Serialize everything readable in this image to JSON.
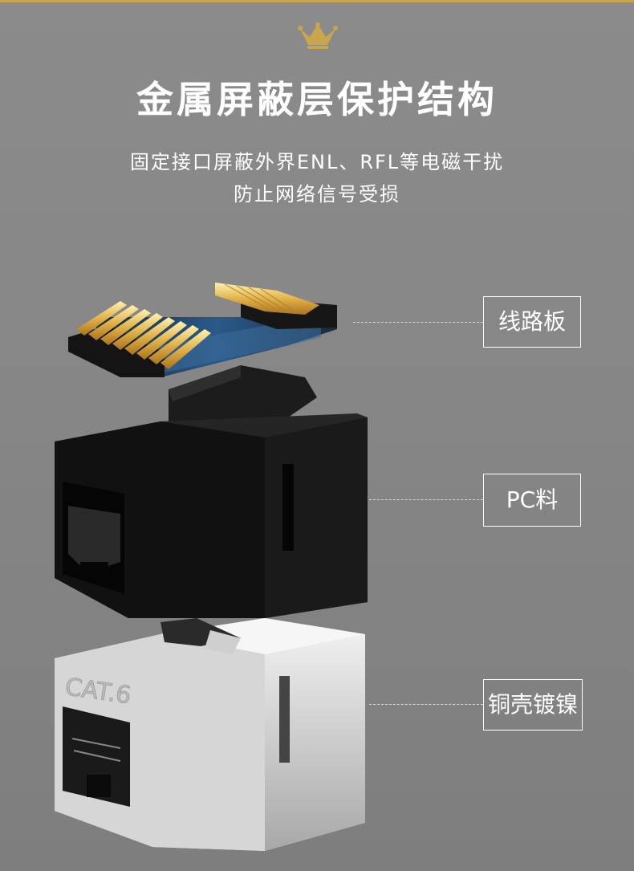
{
  "header": {
    "title": "金属屏蔽层保护结构",
    "subtitle_line1": "固定接口屏蔽外界ENL、RFL等电磁干扰",
    "subtitle_line2": "防止网络信号受损"
  },
  "callouts": [
    {
      "label": "线路板"
    },
    {
      "label": "PC料"
    },
    {
      "label": "铜壳镀镍"
    }
  ],
  "product": {
    "engraving": "CAT.6"
  },
  "colors": {
    "accent": "#c9a64e",
    "background": "#888888",
    "text": "#ffffff"
  },
  "icons": {
    "crown": "crown-icon"
  }
}
